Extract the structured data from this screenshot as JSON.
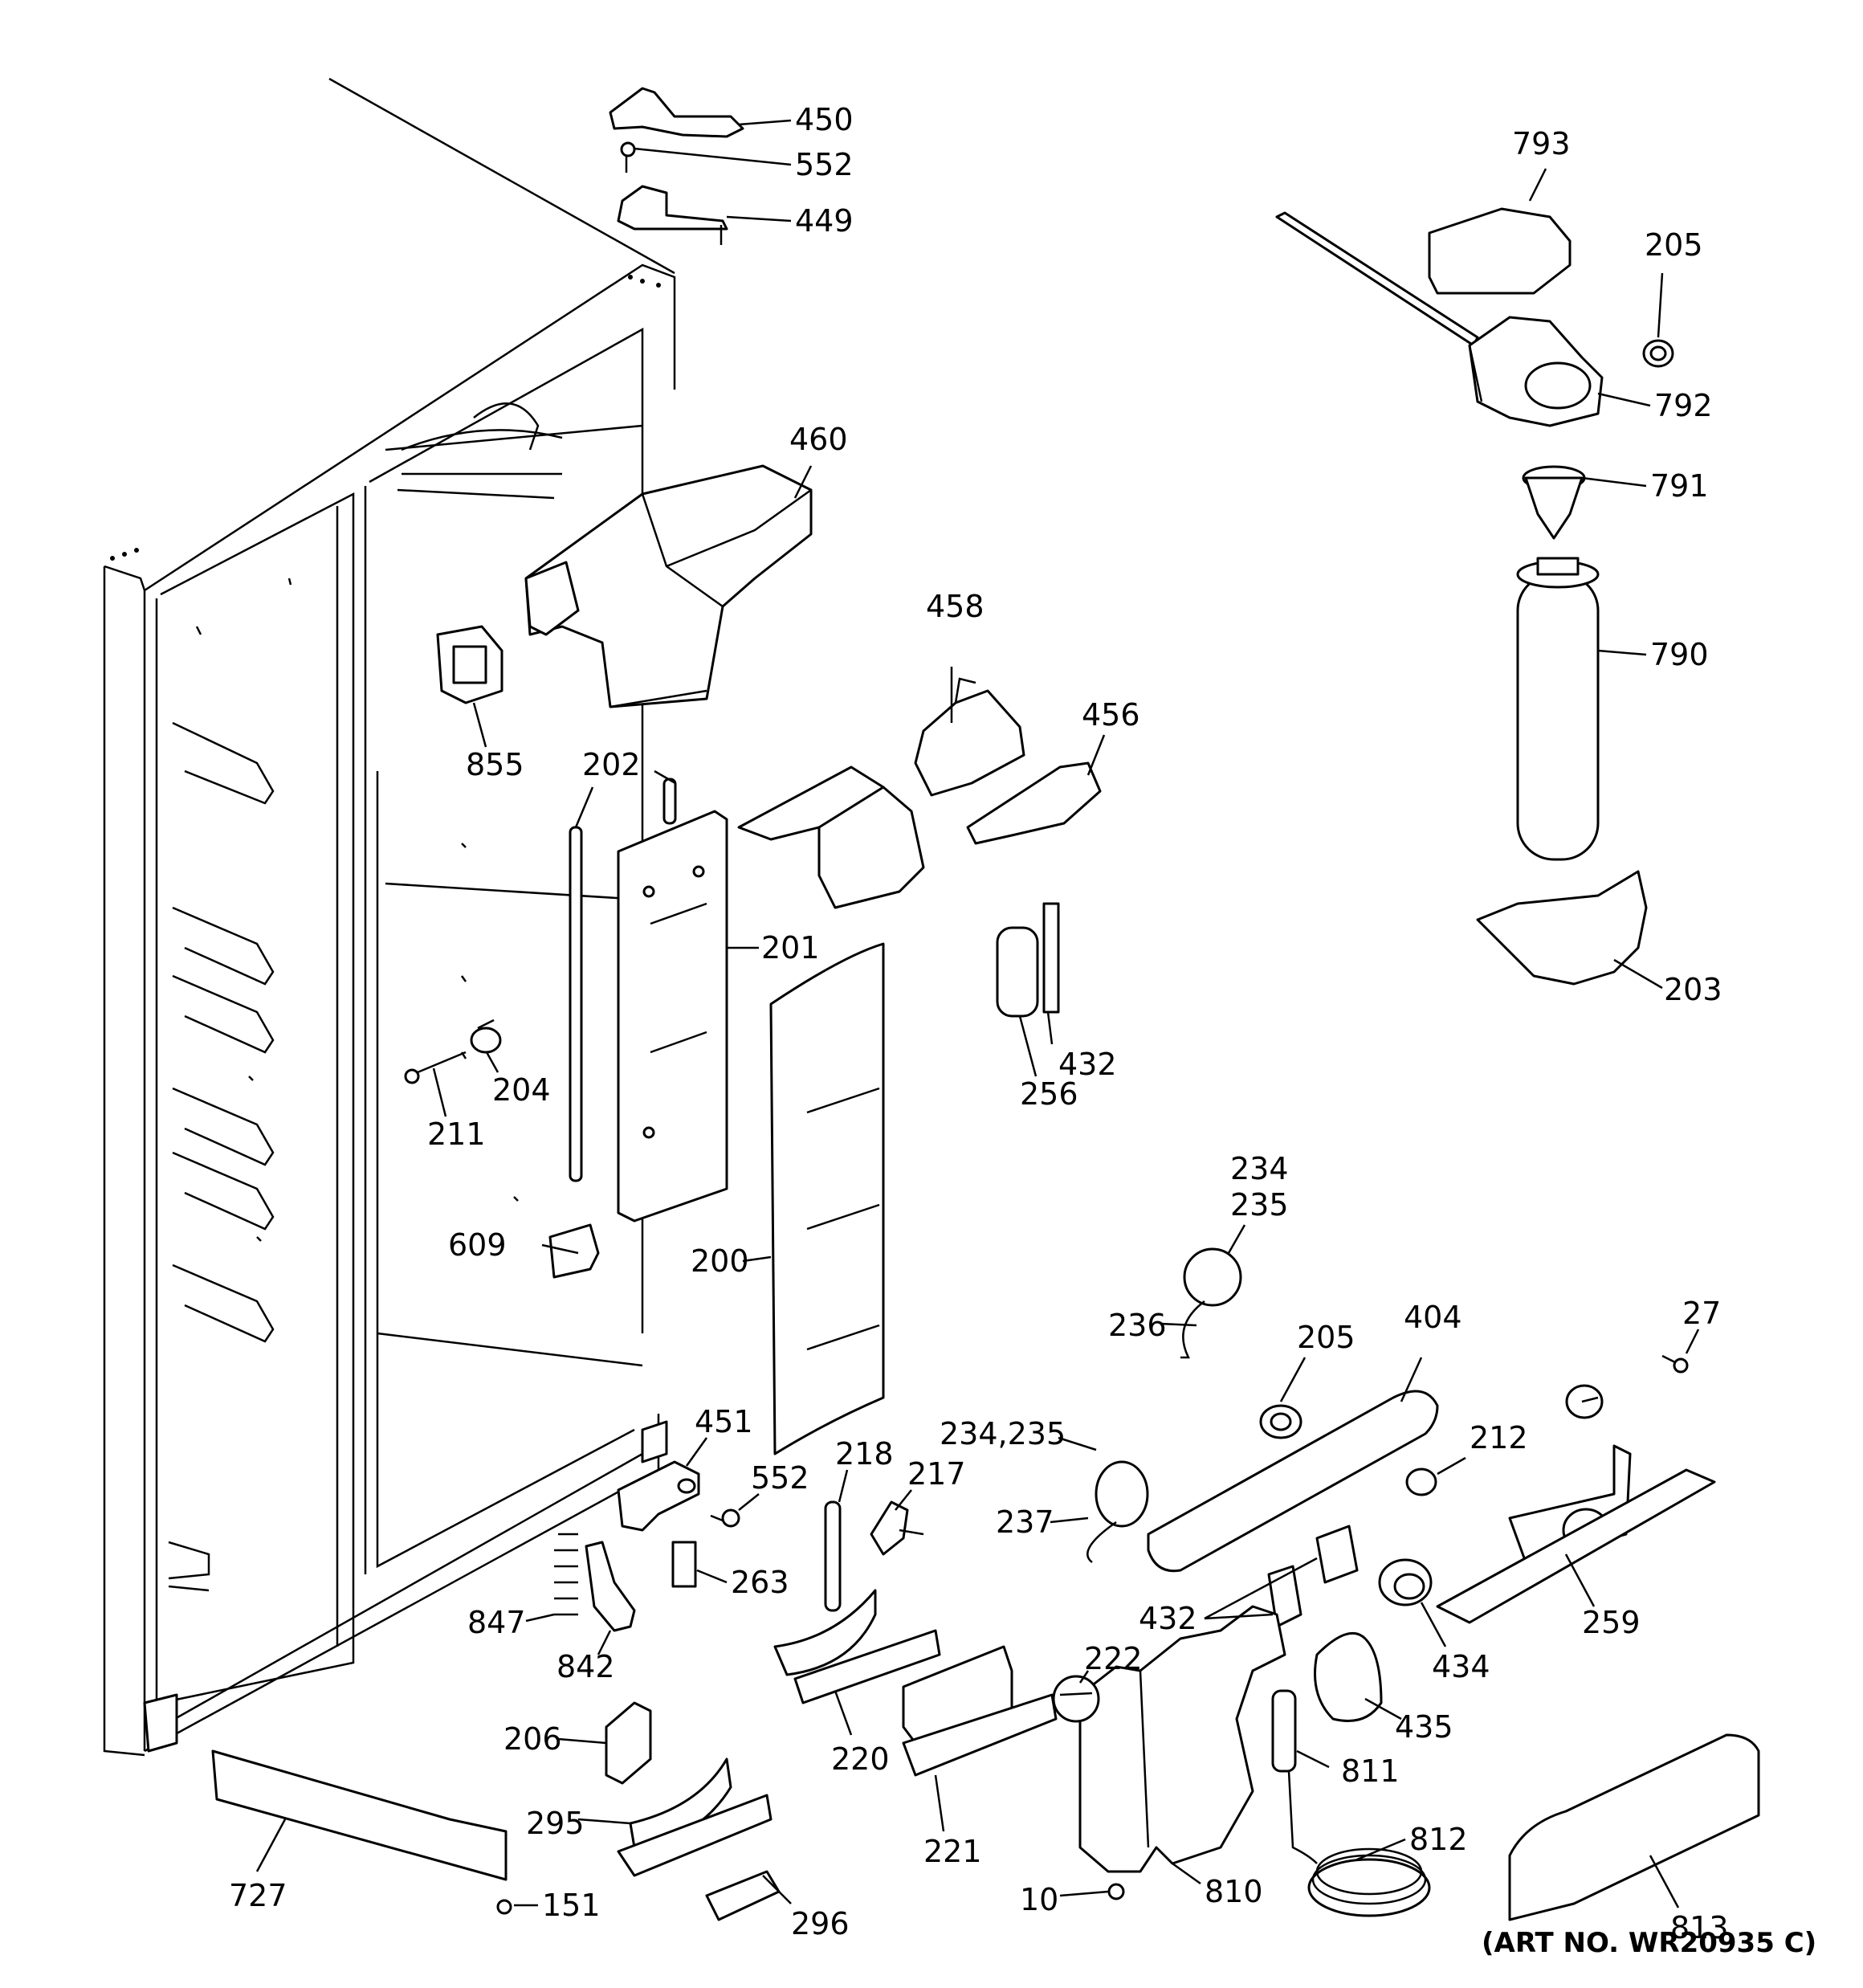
{
  "labels": {
    "p450": "450",
    "p552a": "552",
    "p449": "449",
    "p793": "793",
    "p205a": "205",
    "p792": "792",
    "p791": "791",
    "p790": "790",
    "p203": "203",
    "p460": "460",
    "p855": "855",
    "p458": "458",
    "p456": "456",
    "p202": "202",
    "p201": "201",
    "p204": "204",
    "p211": "211",
    "p432a": "432",
    "p256": "256",
    "p609": "609",
    "p200": "200",
    "p234": "234",
    "p235": "235",
    "p236": "236",
    "p205b": "205",
    "p404": "404",
    "p27": "27",
    "p451": "451",
    "p552b": "552",
    "p218": "218",
    "p217": "217",
    "p23435": "234,235",
    "p237": "237",
    "p212": "212",
    "p263": "263",
    "p847": "847",
    "p842": "842",
    "p432b": "432",
    "p434": "434",
    "p259": "259",
    "p222": "222",
    "p435": "435",
    "p220": "220",
    "p206": "206",
    "p811": "811",
    "p221": "221",
    "p295": "295",
    "p812": "812",
    "p813": "813",
    "p727": "727",
    "p296": "296",
    "p151": "151",
    "p810": "810",
    "p10": "10"
  },
  "art_number": "(ART NO. WR20935 C)"
}
